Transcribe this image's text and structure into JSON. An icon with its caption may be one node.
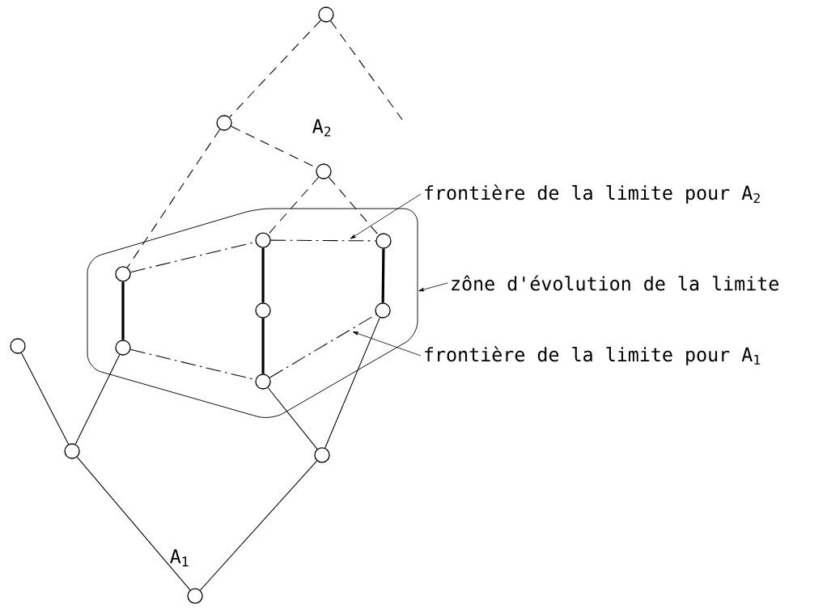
{
  "diagram": {
    "nodes": [
      {
        "text": [],
        "shape": "circle"
      },
      {
        "text": [],
        "shape": "circle"
      },
      {
        "text": [],
        "shape": "circle"
      },
      {
        "text": [],
        "shape": "box"
      },
      {
        "text": [],
        "shape": "circle",
        "in": 3
      },
      {
        "text": [],
        "shape": "circle",
        "in": 3
      },
      {
        "text": [],
        "shape": "circle",
        "in": 3
      },
      {
        "text": [],
        "shape": "circle",
        "in": 3
      },
      {
        "text": [],
        "shape": "circle",
        "in": 3
      },
      {
        "text": [],
        "shape": "circle",
        "in": 3
      },
      {
        "text": [],
        "shape": "circle",
        "in": 3
      },
      {
        "text": [],
        "shape": "circle"
      },
      {
        "text": [],
        "shape": "circle"
      },
      {
        "text": [],
        "shape": "circle"
      },
      {
        "text": [],
        "shape": "circle"
      },
      {
        "text": [
          "frontière de la limite pour A$_{2}$"
        ]
      },
      {
        "text": [
          "zône d'évolution de la limite"
        ]
      },
      {
        "text": [
          "frontière de la limite pour A$_{1}$"
        ]
      }
    ],
    "edges": [
      {
        "from": 0,
        "to": 1,
        "arrow": "none",
        "style": "dashed"
      },
      {
        "from": 0,
        "to": null,
        "arrow": "none",
        "style": "dashed"
      },
      {
        "from": 1,
        "to": 2,
        "arrow": "none",
        "style": "dashed"
      },
      {
        "from": 1,
        "to": 6,
        "arrow": "none",
        "style": "dashed"
      },
      {
        "from": 2,
        "to": 4,
        "arrow": "none",
        "style": "dashed"
      },
      {
        "from": 2,
        "to": 5,
        "arrow": "none",
        "style": "dashed"
      },
      {
        "from": 6,
        "to": 4,
        "arrow": "none",
        "style": "dashed"
      },
      {
        "from": 4,
        "to": 5,
        "arrow": "none",
        "style": "dashed"
      },
      {
        "from": 9,
        "to": 10,
        "arrow": "none",
        "style": "dashed"
      },
      {
        "from": 10,
        "to": 8,
        "arrow": "none",
        "style": "dashed"
      },
      {
        "from": 6,
        "to": 9,
        "arrow": "none",
        "style": "thick"
      },
      {
        "from": 4,
        "to": 7,
        "arrow": "none",
        "style": "thick"
      },
      {
        "from": 7,
        "to": 10,
        "arrow": "none",
        "style": "thick"
      },
      {
        "from": 5,
        "to": 8,
        "arrow": "none",
        "style": "thick"
      },
      {
        "from": 11,
        "to": 12,
        "arrow": "none"
      },
      {
        "from": 9,
        "to": 12,
        "arrow": "none"
      },
      {
        "from": 12,
        "to": 14,
        "arrow": "none"
      },
      {
        "from": 14,
        "to": 13,
        "arrow": "none"
      },
      {
        "from": 10,
        "to": 13,
        "arrow": "none"
      },
      {
        "from": 8,
        "to": 13,
        "arrow": "none"
      },
      {
        "from": 15,
        "to": null,
        "arrow": "to"
      },
      {
        "from": 16,
        "to": 3,
        "arrow": "to"
      },
      {
        "from": 17,
        "to": null,
        "arrow": "to"
      }
    ],
    "labels": [
      "A$_{2}$",
      "A$_{1}$"
    ]
  }
}
